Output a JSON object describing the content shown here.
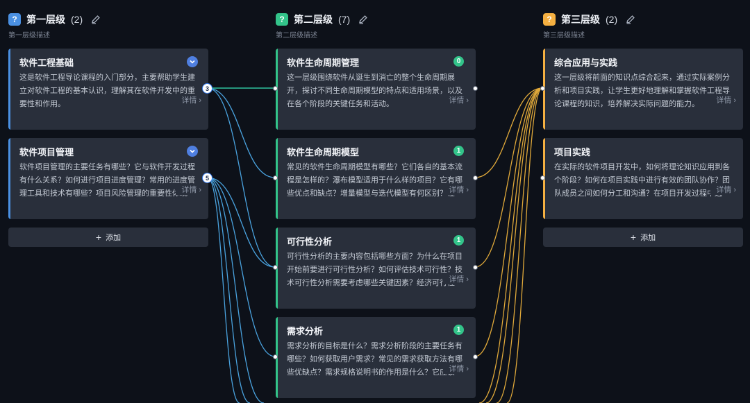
{
  "columns": [
    {
      "title": "第一层级",
      "count": "(2)",
      "desc": "第一层级描述",
      "icon": "?",
      "color": "#4a90e2",
      "cards": [
        {
          "title": "软件工程基础",
          "desc": "这是软件工程导论课程的入门部分，主要帮助学生建立对软件工程的基本认识，理解其在软件开发中的重要性和作用。",
          "details": "详情"
        },
        {
          "title": "软件项目管理",
          "desc": "软件项目管理的主要任务有哪些？它与软件开发过程有什么关系？如何进行项目进度管理？常用的进度管理工具和技术有哪些？项目风险管理的重要性体现",
          "details": "详情"
        }
      ],
      "add_label": "添加",
      "node_counts": [
        "3",
        "5"
      ]
    },
    {
      "title": "第二层级",
      "count": "(7)",
      "desc": "第二层级描述",
      "icon": "?",
      "color": "#33c48a",
      "cards": [
        {
          "title": "软件生命周期管理",
          "badge": "0",
          "desc": "这一层级围绕软件从诞生到消亡的整个生命周期展开，探讨不同生命周期模型的特点和适用场景，以及在各个阶段的关键任务和活动。",
          "details": "详情"
        },
        {
          "title": "软件生命周期模型",
          "badge": "1",
          "desc": "常见的软件生命周期模型有哪些？它们各自的基本流程是怎样的？瀑布模型适用于什么样的项目？它有哪些优点和缺点？增量模型与迭代模型有何区别？在",
          "details": "详情"
        },
        {
          "title": "可行性分析",
          "badge": "1",
          "desc": "可行性分析的主要内容包括哪些方面？为什么在项目开始前要进行可行性分析？如何评估技术可行性？技术可行性分析需要考虑哪些关键因素？经济可行性",
          "details": "详情"
        },
        {
          "title": "需求分析",
          "badge": "1",
          "desc": "需求分析的目标是什么？需求分析阶段的主要任务有哪些？如何获取用户需求？常见的需求获取方法有哪些优缺点？需求规格说明书的作用是什么？它应该",
          "details": "详情"
        }
      ]
    },
    {
      "title": "第三层级",
      "count": "(2)",
      "desc": "第三层级描述",
      "icon": "?",
      "color": "#f5b041",
      "cards": [
        {
          "title": "综合应用与实践",
          "desc": "这一层级将前面的知识点综合起来，通过实际案例分析和项目实践，让学生更好地理解和掌握软件工程导论课程的知识，培养解决实际问题的能力。",
          "details": "详情"
        },
        {
          "title": "项目实践",
          "desc": "在实际的软件项目开发中，如何将理论知识应用到各个阶段？如何在项目实践中进行有效的团队协作？团队成员之间如何分工和沟通？在项目开发过程中遇",
          "details": "详情"
        }
      ],
      "add_label": "添加"
    }
  ],
  "colors": {
    "background": "#0d1119",
    "card": "#292f3b",
    "blue": "#4a90e2",
    "green": "#33c48a",
    "yellow": "#f5b041"
  },
  "icons": {
    "header": "question-icon",
    "edit": "pencil-icon",
    "expand": "chevron-down-icon",
    "details": "chevron-right-icon",
    "add": "plus-icon"
  }
}
